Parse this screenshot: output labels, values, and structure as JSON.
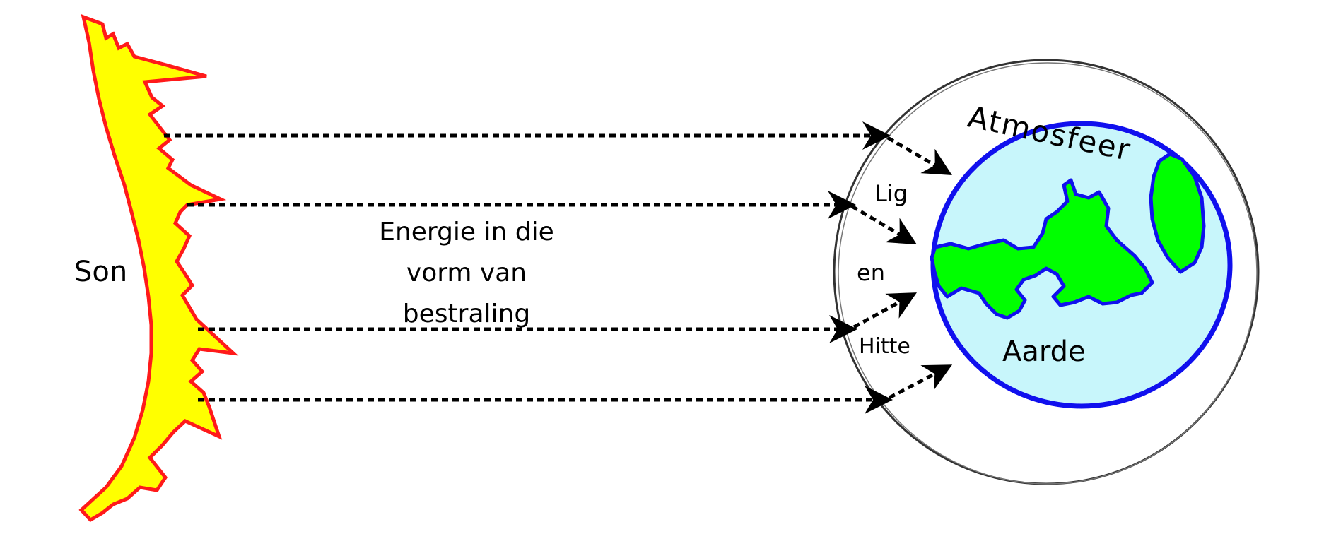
{
  "labels": {
    "sun": "Son",
    "energy_lines": [
      "Energie in die",
      "vorm van",
      "bestraling"
    ],
    "light": "Lig",
    "and": "en",
    "heat": "Hitte",
    "earth": "Aarde",
    "atmosphere": "Atmosfeer"
  },
  "colors": {
    "sun_fill": "#ffff00",
    "sun_outline": "#ff1a1a",
    "ocean": "#c8f6fb",
    "earth_outline": "#1010ee",
    "land": "#00ff00",
    "atmosphere_ring": "#333333",
    "arrows": "#000000"
  }
}
